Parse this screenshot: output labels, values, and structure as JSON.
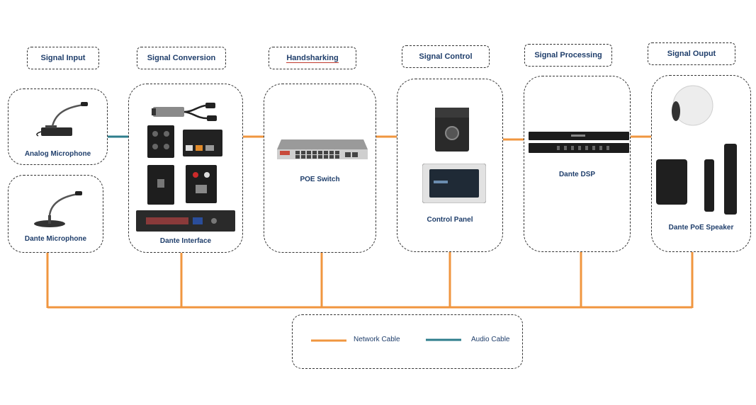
{
  "stages": {
    "input": "Signal Input",
    "conversion": "Signal Conversion",
    "handshaking": "Handsharking",
    "control": "Signal Control",
    "processing": "Signal Processing",
    "output": "Signal Ouput"
  },
  "devices": {
    "analog_mic": "Analog Microphone",
    "dante_mic": "Dante Microphone",
    "dante_interface": "Dante Interface",
    "poe_switch": "POE Switch",
    "control_panel": "Control Panel",
    "dante_dsp": "Dante DSP",
    "dante_poe_speaker": "Dante PoE Speaker"
  },
  "legend": {
    "network": "Network Cable",
    "audio": "Audio Cable"
  },
  "colors": {
    "network_cable": "#f0963f",
    "audio_cable": "#2e7e8c",
    "label_text": "#1f3e6b"
  }
}
